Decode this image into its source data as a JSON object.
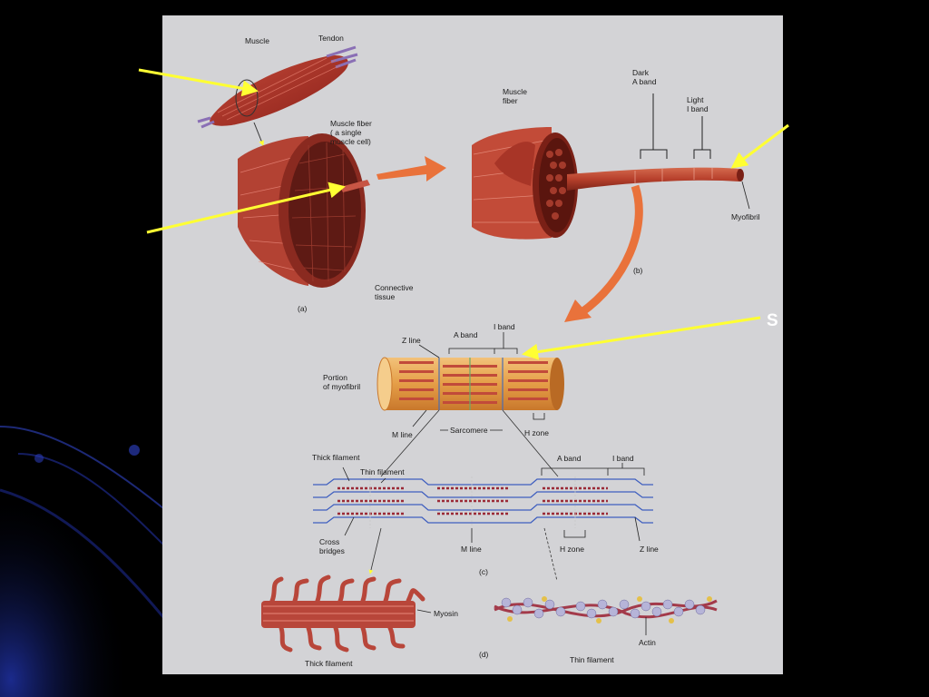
{
  "slide": {
    "partial_letter": "S",
    "background_color": "#000000",
    "panel_color": "#d3d3d6",
    "arrow_color": "#ffff33"
  },
  "labels": {
    "muscle": "Muscle",
    "tendon": "Tendon",
    "muscle_fiber_a": "Muscle fiber\n( a single\nmuscle cell)",
    "connective_tissue": "Connective\ntissue",
    "panel_a": "(a)",
    "muscle_fiber_b": "Muscle\nfiber",
    "dark_a_band": "Dark\nA band",
    "light_i_band": "Light\nI band",
    "myofibril": "Myofibril",
    "panel_b": "(b)",
    "z_line_top": "Z line",
    "a_band_top": "A band",
    "i_band_top": "I band",
    "portion_of_myofibril": "Portion\nof myofibril",
    "m_line_top": "M line",
    "sarcomere": "Sarcomere",
    "h_zone_top": "H zone",
    "thick_filament_label": "Thick filament",
    "thin_filament_label": "Thin filament",
    "a_band_mid": "A band",
    "i_band_mid": "I band",
    "cross_bridges": "Cross\nbridges",
    "m_line_mid": "M line",
    "h_zone_mid": "H zone",
    "z_line_mid": "Z line",
    "panel_c": "(c)",
    "myosin": "Myosin",
    "actin": "Actin",
    "panel_d": "(d)",
    "thick_filament_bottom": "Thick filament",
    "thin_filament_bottom": "Thin filament"
  }
}
